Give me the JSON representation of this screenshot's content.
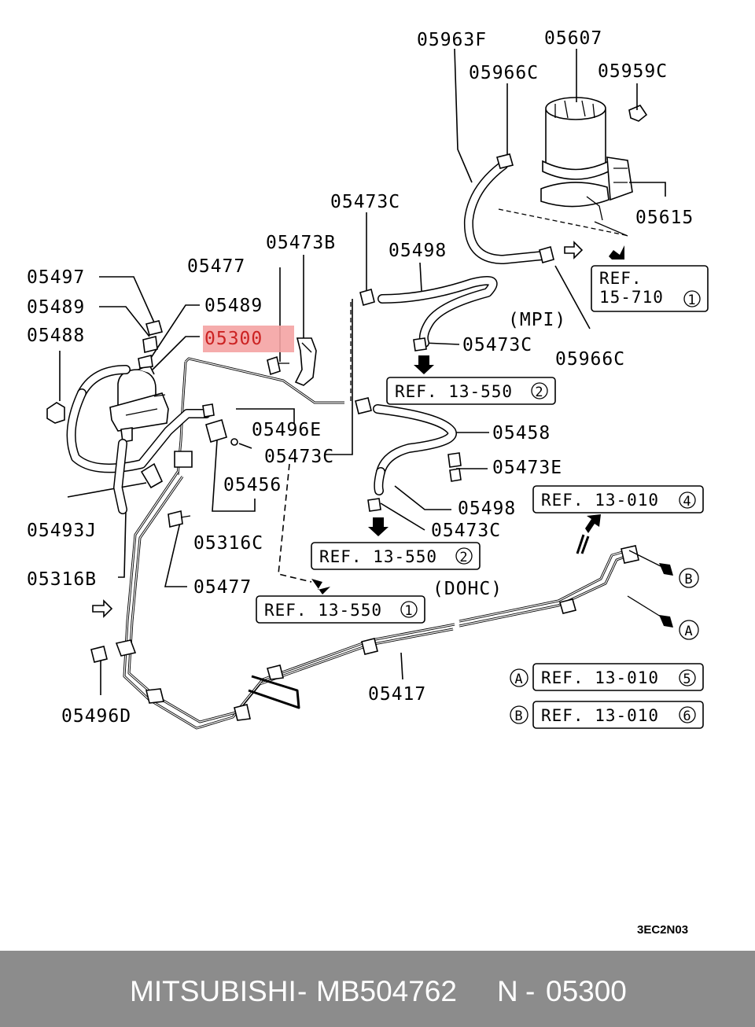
{
  "diagram": {
    "part_labels": {
      "p05963F": "05963F",
      "p05607": "05607",
      "p05966C_top": "05966C",
      "p05959C": "05959C",
      "p05615": "05615",
      "p05473C_a": "05473C",
      "p05473B": "05473B",
      "p05498_top": "05498",
      "p05477_top": "05477",
      "p05497": "05497",
      "p05489_left": "05489",
      "p05489_mid": "05489",
      "p05488": "05488",
      "p05300": "05300",
      "p05473C_b": "05473C",
      "p05966C_bot": "05966C",
      "p05458": "05458",
      "p05496E": "05496E",
      "p05473C_c": "05473C",
      "p05473E": "05473E",
      "p05456": "05456",
      "p05498_bot": "05498",
      "p05493J": "05493J",
      "p05473C_d": "05473C",
      "p05316C": "05316C",
      "p05316B": "05316B",
      "p05477_bot": "05477",
      "p05417": "05417",
      "p05496D": "05496D"
    },
    "highlighted_part": "05300",
    "highlight_color": "#f4a3a3",
    "engine_variants": {
      "mpi": "(MPI)",
      "dohc": "(DOHC)"
    },
    "refs": {
      "ref_15_710_line1": "REF.",
      "ref_15_710_line2": "15-710",
      "ref_15_710_num": "1",
      "ref_13_550_mpi": "REF. 13-550",
      "ref_13_550_mpi_num": "2",
      "ref_13_010_top": "REF. 13-010",
      "ref_13_010_top_num": "4",
      "ref_13_550_dohc": "REF. 13-550",
      "ref_13_550_dohc_num": "2",
      "ref_13_550_bot": "REF. 13-550",
      "ref_13_550_bot_num": "1",
      "ref_13_010_a": "REF. 13-010",
      "ref_13_010_a_num": "5",
      "ref_13_010_b": "REF. 13-010",
      "ref_13_010_b_num": "6"
    },
    "connectors": {
      "a": "A",
      "b": "B"
    },
    "drawing_code": "3EC2N03"
  },
  "footer": {
    "brand": "MITSUBISHI",
    "separator1": "-",
    "part_number": "MB504762",
    "n_label": "N",
    "separator2": "-",
    "position_number": "05300"
  }
}
